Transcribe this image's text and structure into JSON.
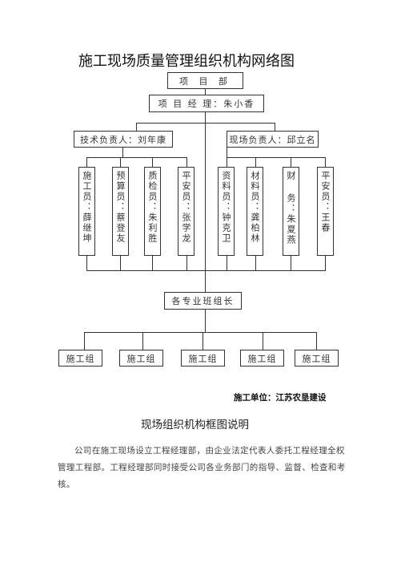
{
  "title": "施工现场质量管理组织机构网络图",
  "chart": {
    "project_dept": "项 目 部",
    "project_manager": "项 目 经 理：朱小香",
    "tech_lead": "技术负责人：刘年康",
    "site_lead": "现场负责人：邱立名",
    "staff": [
      "施工员：薛继坤",
      "预算员：蔡登友",
      "质检员：朱利胜",
      "平安员：张学龙",
      "资料员：钟克卫",
      "材料员：龚柏林",
      "财 务：朱夏燕",
      "平安员：王春"
    ],
    "team_leader": "各专业班组长",
    "groups": [
      "施工组",
      "施工组",
      "施工组",
      "施工组",
      "施工组"
    ]
  },
  "unit": "施工单位：江苏农垦建设",
  "subtitle": "现场组织机构框图说明",
  "paragraph": "公司在施工现场设立工程经理部，由企业法定代表人委托工程经理全权管理工程部。工程经理部同时接受公司各业务部门的指导、监督、检查和考核。"
}
